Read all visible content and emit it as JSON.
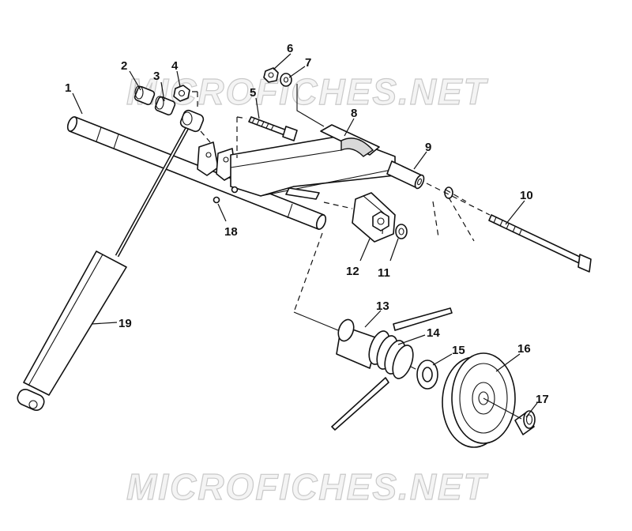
{
  "watermark": {
    "top": "MICROFICHES.NET",
    "bottom": "MICROFICHES.NET"
  },
  "callouts": [
    {
      "id": "1",
      "label": "1"
    },
    {
      "id": "2",
      "label": "2"
    },
    {
      "id": "3",
      "label": "3"
    },
    {
      "id": "4",
      "label": "4"
    },
    {
      "id": "5",
      "label": "5"
    },
    {
      "id": "6",
      "label": "6"
    },
    {
      "id": "7",
      "label": "7"
    },
    {
      "id": "8",
      "label": "8"
    },
    {
      "id": "9",
      "label": "9"
    },
    {
      "id": "10",
      "label": "10"
    },
    {
      "id": "11",
      "label": "11"
    },
    {
      "id": "12",
      "label": "12"
    },
    {
      "id": "13",
      "label": "13"
    },
    {
      "id": "14",
      "label": "14"
    },
    {
      "id": "15",
      "label": "15"
    },
    {
      "id": "16",
      "label": "16"
    },
    {
      "id": "17",
      "label": "17"
    },
    {
      "id": "18",
      "label": "18"
    },
    {
      "id": "19",
      "label": "19"
    }
  ]
}
